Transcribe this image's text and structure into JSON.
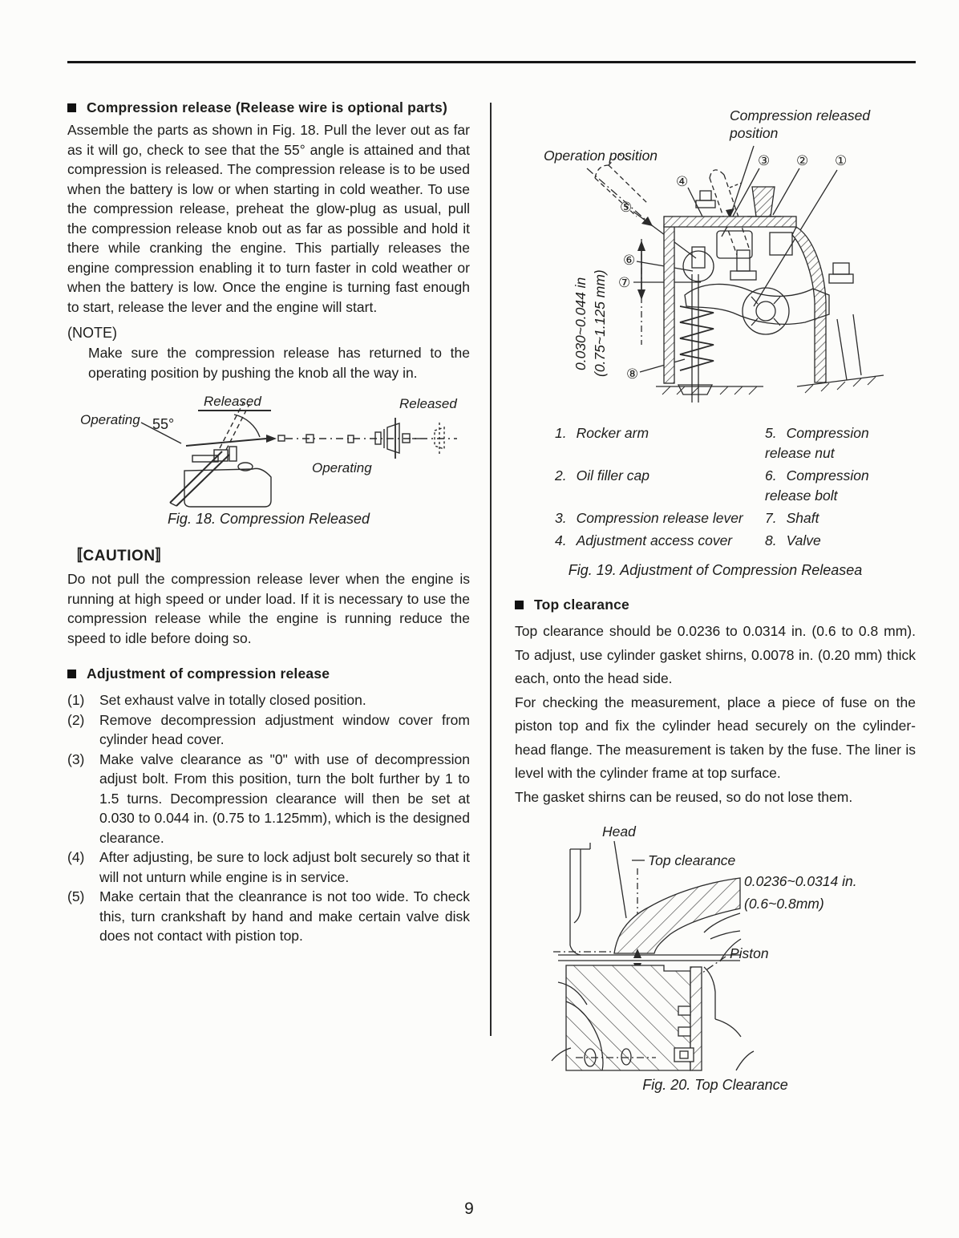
{
  "page": {
    "number": "9"
  },
  "left_column": {
    "section1": {
      "heading": "Compression release (Release wire is optional parts)",
      "body": "Assemble the parts as shown in Fig. 18. Pull the lever out as far as it will go, check to see that the 55° angle is attained and that compression is released. The compression release is to be used when the battery is low or when starting in cold weather. To use the compression release, preheat the glow-plug as usual, pull the compression release knob out as far as possible and hold it there while cranking the engine. This partially releases the engine compression enabling it to turn faster in cold weather or when the battery is low. Once the engine is turning fast enough to start, release the lever and the engine will start."
    },
    "note": {
      "heading": "(NOTE)",
      "body": "Make sure the compression release has returned to the operating position by pushing the knob all the way in."
    },
    "fig18": {
      "labels": {
        "operating_left": "Operating",
        "angle": "55°",
        "released_top": "Released",
        "released_right": "Released",
        "operating_bottom": "Operating"
      },
      "caption": "Fig. 18.  Compression Released"
    },
    "caution": {
      "heading": "〚CAUTION〛",
      "body": "Do not pull the compression release lever when the engine is running at high speed or under load. If it is necessary to use the compression release while the engine is running reduce the speed to idle before doing so."
    },
    "section2": {
      "heading": "Adjustment of compression release",
      "items": [
        {
          "num": "(1)",
          "text": "Set exhaust valve in totally closed position."
        },
        {
          "num": "(2)",
          "text": "Remove decompression adjustment window cover from cylinder head cover."
        },
        {
          "num": "(3)",
          "text": "Make valve clearance as \"0\" with use of decompression adjust bolt. From this position, turn the bolt further by 1 to 1.5 turns. Decompression clearance will then be set at 0.030 to 0.044 in. (0.75 to 1.125mm), which is the designed clearance."
        },
        {
          "num": "(4)",
          "text": "After adjusting, be sure to lock adjust bolt securely so that it will not unturn while engine is in service."
        },
        {
          "num": "(5)",
          "text": "Make certain that the cleanrance is not too wide. To check this, turn crankshaft by hand and make certain valve disk does not contact with pistion top."
        }
      ]
    }
  },
  "right_column": {
    "fig19": {
      "labels": {
        "released_line1": "Compression released",
        "released_line2": "position",
        "operation": "Operation position",
        "dim_line1": "0.030~0.044 in",
        "dim_line2": "(0.75~1.125 mm)"
      },
      "callouts": [
        "①",
        "②",
        "③",
        "④",
        "⑤",
        "⑥",
        "⑦",
        "⑧"
      ],
      "parts": [
        {
          "num": "1.",
          "name": "Rocker arm"
        },
        {
          "num": "2.",
          "name": "Oil filler cap"
        },
        {
          "num": "3.",
          "name": "Compression release lever"
        },
        {
          "num": "4.",
          "name": "Adjustment access cover"
        },
        {
          "num": "5.",
          "name": "Compression release nut"
        },
        {
          "num": "6.",
          "name": "Compression release bolt"
        },
        {
          "num": "7.",
          "name": "Shaft"
        },
        {
          "num": "8.",
          "name": "Valve"
        }
      ],
      "caption": "Fig. 19. Adjustment of Compression Releasea"
    },
    "top_clearance": {
      "heading": "Top clearance",
      "para1": "Top clearance should be 0.0236 to 0.0314 in. (0.6 to 0.8 mm). To adjust, use cylinder gasket shirns, 0.0078 in. (0.20 mm) thick each, onto the head side.",
      "para2": "For checking the measurement, place a piece of fuse on the piston top and fix the cylinder head securely on the cylinder-head flange. The measurement is taken by the fuse. The liner is level with the cylinder frame at top surface.",
      "para3": "The gasket shirns can be reused, so do not lose them."
    },
    "fig20": {
      "labels": {
        "head": "Head",
        "top_clearance": "Top clearance",
        "dim_in": "0.0236~0.0314 in.",
        "dim_mm": "(0.6~0.8mm)",
        "piston": "Piston"
      },
      "caption": "Fig. 20. Top Clearance"
    }
  }
}
